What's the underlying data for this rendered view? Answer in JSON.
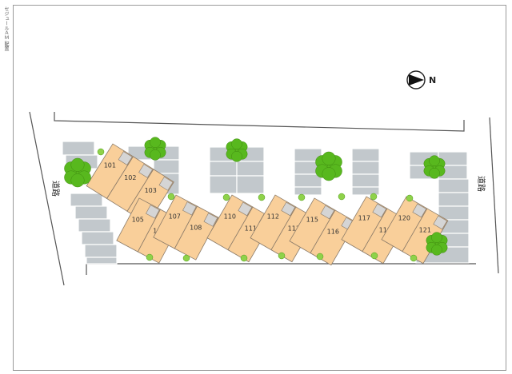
{
  "side_caption": "セジュールＡＭ 配置",
  "road_left_label": "道路",
  "road_right_label": "道路",
  "north_label": "N",
  "colors": {
    "unit_fill": "#f9cf9a",
    "unit_stroke": "#8a7a68",
    "roof_fill": "#d5d5d5",
    "parking_fill": "#c2c8cc",
    "parking_stroke": "#ffffff",
    "tree_fill": "#58b81e",
    "shrub_fill": "#8fd24a",
    "line": "#555555"
  },
  "buildings": [
    {
      "units": [
        "101",
        "102",
        "103"
      ]
    },
    {
      "units": [
        "105",
        "106"
      ]
    },
    {
      "units": [
        "107",
        "108"
      ]
    },
    {
      "units": [
        "110",
        "111"
      ]
    },
    {
      "units": [
        "112",
        "113"
      ]
    },
    {
      "units": [
        "115",
        "116"
      ]
    },
    {
      "units": [
        "117",
        "118"
      ]
    },
    {
      "units": [
        "120",
        "121"
      ]
    }
  ]
}
